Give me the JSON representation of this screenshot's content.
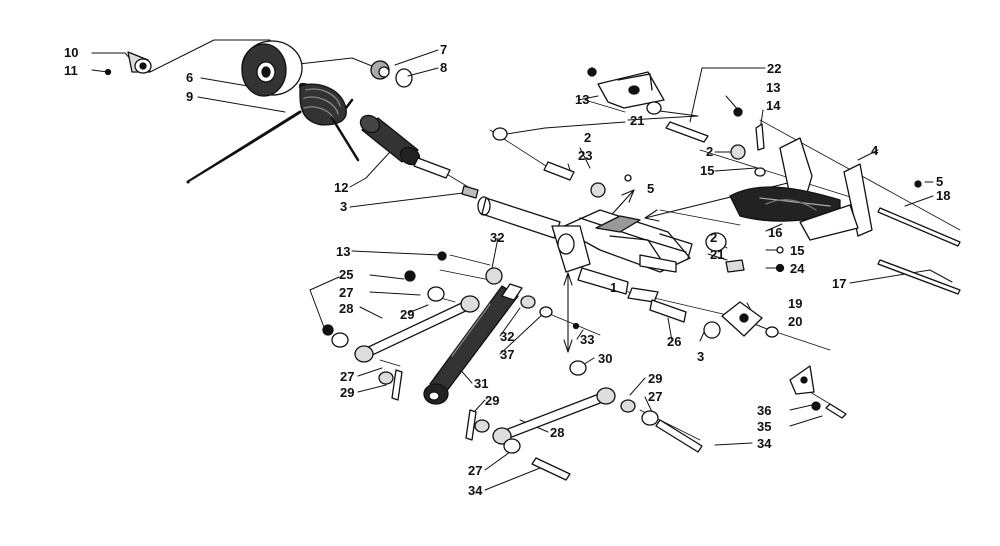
{
  "diagram": {
    "ink_color": "#111111",
    "background": "#ffffff",
    "callouts": [
      {
        "id": "c10",
        "text": "10"
      },
      {
        "id": "c11",
        "text": "11"
      },
      {
        "id": "c6",
        "text": "6"
      },
      {
        "id": "c9",
        "text": "9"
      },
      {
        "id": "c7",
        "text": "7"
      },
      {
        "id": "c8",
        "text": "8"
      },
      {
        "id": "c12",
        "text": "12"
      },
      {
        "id": "c3a",
        "text": "3"
      },
      {
        "id": "c13a",
        "text": "13"
      },
      {
        "id": "c21a",
        "text": "21"
      },
      {
        "id": "c22",
        "text": "22"
      },
      {
        "id": "c13b",
        "text": "13"
      },
      {
        "id": "c14",
        "text": "14"
      },
      {
        "id": "c2a",
        "text": "2"
      },
      {
        "id": "c23",
        "text": "23"
      },
      {
        "id": "c2b",
        "text": "2"
      },
      {
        "id": "c15a",
        "text": "15"
      },
      {
        "id": "c4",
        "text": "4"
      },
      {
        "id": "c5a",
        "text": "5"
      },
      {
        "id": "c5b",
        "text": "5"
      },
      {
        "id": "c18",
        "text": "18"
      },
      {
        "id": "c16",
        "text": "16"
      },
      {
        "id": "c15b",
        "text": "15"
      },
      {
        "id": "c24",
        "text": "24"
      },
      {
        "id": "c17",
        "text": "17"
      },
      {
        "id": "c13c",
        "text": "13"
      },
      {
        "id": "c32a",
        "text": "32"
      },
      {
        "id": "c2c",
        "text": "2"
      },
      {
        "id": "c21b",
        "text": "21"
      },
      {
        "id": "c25",
        "text": "25"
      },
      {
        "id": "c27a",
        "text": "27"
      },
      {
        "id": "c28a",
        "text": "28"
      },
      {
        "id": "c29a",
        "text": "29"
      },
      {
        "id": "c1",
        "text": "1"
      },
      {
        "id": "c19",
        "text": "19"
      },
      {
        "id": "c20",
        "text": "20"
      },
      {
        "id": "c32b",
        "text": "32"
      },
      {
        "id": "c33",
        "text": "33"
      },
      {
        "id": "c37",
        "text": "37"
      },
      {
        "id": "c26",
        "text": "26"
      },
      {
        "id": "c3b",
        "text": "3"
      },
      {
        "id": "c30",
        "text": "30"
      },
      {
        "id": "c27b",
        "text": "27"
      },
      {
        "id": "c31",
        "text": "31"
      },
      {
        "id": "c29b",
        "text": "29"
      },
      {
        "id": "c29c",
        "text": "29"
      },
      {
        "id": "c27c",
        "text": "27"
      },
      {
        "id": "c29d",
        "text": "29"
      },
      {
        "id": "c28b",
        "text": "28"
      },
      {
        "id": "c36",
        "text": "36"
      },
      {
        "id": "c35",
        "text": "35"
      },
      {
        "id": "c34a",
        "text": "34"
      },
      {
        "id": "c27d",
        "text": "27"
      },
      {
        "id": "c34b",
        "text": "34"
      }
    ]
  }
}
